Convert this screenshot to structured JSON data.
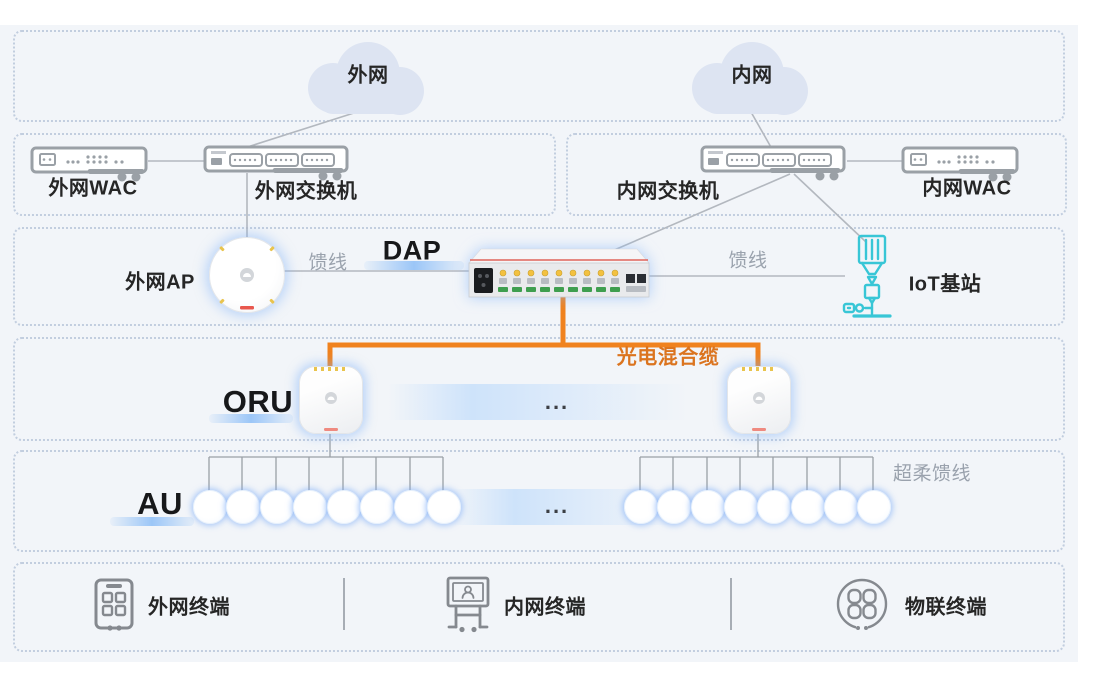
{
  "diagram": {
    "clouds": {
      "external": "外网",
      "internal": "内网"
    },
    "core_left": {
      "wac": "外网WAC",
      "switch": "外网交换机"
    },
    "core_right": {
      "switch": "内网交换机",
      "wac": "内网WAC"
    },
    "access": {
      "ap": "外网AP",
      "feeder_left": "馈线",
      "dap": "DAP",
      "feeder_right": "馈线",
      "iot": "IoT基站"
    },
    "oru_row": {
      "label": "ORU",
      "cable": "光电混合缆",
      "ellipsis": "..."
    },
    "au_row": {
      "label": "AU",
      "ellipsis": "...",
      "feeder": "超柔馈线"
    },
    "terminals": {
      "external": "外网终端",
      "internal": "内网终端",
      "iot": "物联终端"
    },
    "colors": {
      "background": "#f2f5f9",
      "dotted_border": "#c2cedf",
      "line_gray": "#b3b8bf",
      "cable_orange": "#f0821e",
      "cable_label_orange": "#db741f",
      "iot_cyan": "#38c6d6",
      "accent_blue": "#8fbdf2",
      "text_dark": "#262626",
      "text_gray": "#9aa2ad"
    },
    "icons": {
      "cloud-icon": "cloud shape",
      "wac-device-icon": "rack appliance with port dots",
      "switch-device-icon": "rack switch with three port groups",
      "ap-device-icon": "round ceiling access point",
      "dap-device-icon": "1U distributed access point unit",
      "iot-base-station-icon": "cyan antenna line art",
      "oru-device-icon": "rounded square remote unit",
      "au-device-icon": "glowing antenna unit circle",
      "phone-terminal-icon": "smartphone outline",
      "board-terminal-icon": "display on stand outline",
      "iot-terminal-icon": "circle with four petals"
    }
  }
}
